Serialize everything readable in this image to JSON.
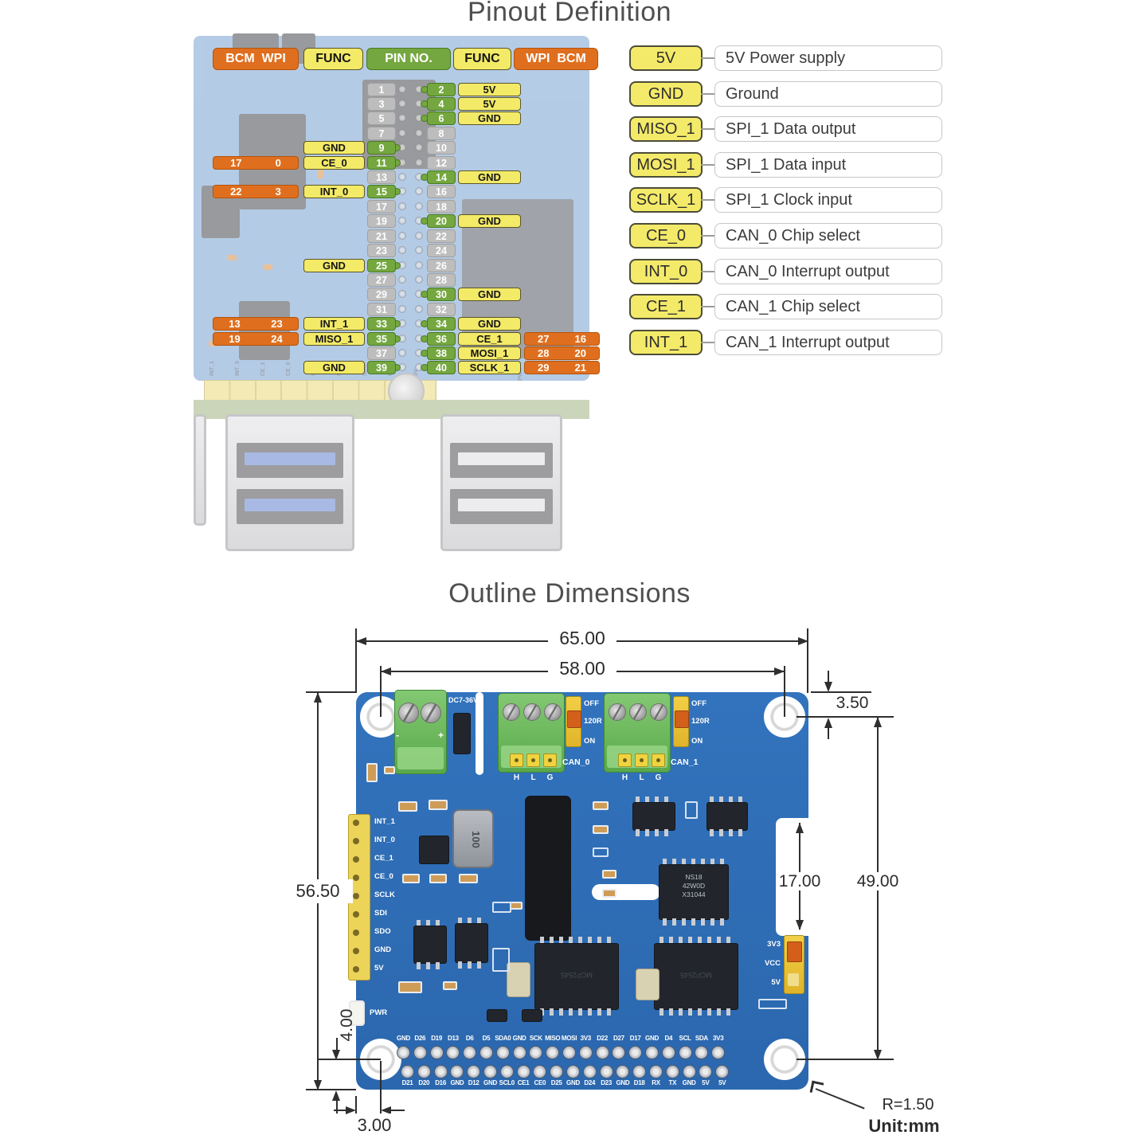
{
  "pinout": {
    "title": "Pinout Definition",
    "header": {
      "bcm_wpi": "BCM  WPI",
      "func_l": "FUNC",
      "pin_no": "PIN NO.",
      "func_r": "FUNC",
      "wpi_bcm": "WPI  BCM"
    },
    "rows": [
      {
        "lp": "1",
        "lc": "gray",
        "rp": "2",
        "rc": "green",
        "rf": "5V"
      },
      {
        "lp": "3",
        "lc": "gray",
        "rp": "4",
        "rc": "green",
        "rf": "5V"
      },
      {
        "lp": "5",
        "lc": "gray",
        "rp": "6",
        "rc": "green",
        "rf": "GND"
      },
      {
        "lp": "7",
        "lc": "gray",
        "rp": "8",
        "rc": "gray"
      },
      {
        "lp": "9",
        "lc": "green",
        "lf": "GND",
        "rp": "10",
        "rc": "gray"
      },
      {
        "lp": "11",
        "lc": "green",
        "lf": "CE_0",
        "lb": "17",
        "lw": "0",
        "rp": "12",
        "rc": "gray"
      },
      {
        "lp": "13",
        "lc": "gray",
        "rp": "14",
        "rc": "green",
        "rf": "GND"
      },
      {
        "lp": "15",
        "lc": "green",
        "lf": "INT_0",
        "lb": "22",
        "lw": "3",
        "rp": "16",
        "rc": "gray"
      },
      {
        "lp": "17",
        "lc": "gray",
        "rp": "18",
        "rc": "gray"
      },
      {
        "lp": "19",
        "lc": "gray",
        "rp": "20",
        "rc": "green",
        "rf": "GND"
      },
      {
        "lp": "21",
        "lc": "gray",
        "rp": "22",
        "rc": "gray"
      },
      {
        "lp": "23",
        "lc": "gray",
        "rp": "24",
        "rc": "gray"
      },
      {
        "lp": "25",
        "lc": "green",
        "lf": "GND",
        "rp": "26",
        "rc": "gray"
      },
      {
        "lp": "27",
        "lc": "gray",
        "rp": "28",
        "rc": "gray"
      },
      {
        "lp": "29",
        "lc": "gray",
        "rp": "30",
        "rc": "green",
        "rf": "GND"
      },
      {
        "lp": "31",
        "lc": "gray",
        "rp": "32",
        "rc": "gray"
      },
      {
        "lp": "33",
        "lc": "green",
        "lf": "INT_1",
        "lb": "13",
        "lw": "23",
        "rp": "34",
        "rc": "green",
        "rf": "GND"
      },
      {
        "lp": "35",
        "lc": "green",
        "lf": "MISO_1",
        "lb": "19",
        "lw": "24",
        "rp": "36",
        "rc": "green",
        "rf": "CE_1",
        "rw": "27",
        "rb": "16"
      },
      {
        "lp": "37",
        "lc": "gray",
        "rp": "38",
        "rc": "green",
        "rf": "MOSI_1",
        "rw": "28",
        "rb": "20"
      },
      {
        "lp": "39",
        "lc": "green",
        "lf": "GND",
        "rp": "40",
        "rc": "green",
        "rf": "SCLK_1",
        "rw": "29",
        "rb": "21"
      }
    ],
    "legend": [
      {
        "label": "5V",
        "desc": "5V Power supply"
      },
      {
        "label": "GND",
        "desc": "Ground"
      },
      {
        "label": "MISO_1",
        "desc": "SPI_1 Data output"
      },
      {
        "label": "MOSI_1",
        "desc": "SPI_1 Data input"
      },
      {
        "label": "SCLK_1",
        "desc": "SPI_1 Clock input"
      },
      {
        "label": "CE_0",
        "desc": "CAN_0 Chip select"
      },
      {
        "label": "INT_0",
        "desc": "CAN_0 Interrupt output"
      },
      {
        "label": "CE_1",
        "desc": "CAN_1 Chip select"
      },
      {
        "label": "INT_1",
        "desc": "CAN_1 Interrupt output"
      }
    ]
  },
  "outline": {
    "title": "Outline Dimensions",
    "dimensions": {
      "overall_width": "65.00",
      "hole_span_width": "58.00",
      "hole_top_offset": "3.50",
      "overall_height": "56.50",
      "notch_height": "17.00",
      "hole_span_height": "49.00",
      "hole_bottom_offset": "4.00",
      "hole_left_offset": "3.00",
      "corner_radius": "R=1.50",
      "unit": "Unit:mm"
    },
    "board": {
      "power_input_label": "DC7-36V",
      "term_jumper_labels": [
        "OFF",
        "120R",
        "ON"
      ],
      "can0_label": "CAN_0",
      "can1_label": "CAN_1",
      "hlg_labels": [
        "H",
        "L",
        "G"
      ],
      "spi_header_labels": [
        "INT_1",
        "INT_0",
        "CE_1",
        "CE_0",
        "SCLK",
        "SDI",
        "SDO",
        "GND",
        "5V"
      ],
      "pwr_label": "PWR",
      "inductor_label": "100",
      "chip_marking": [
        "NS18",
        "42W0D",
        "X31044"
      ],
      "transceiver_marking": "MCP2545",
      "vcc_jumper_labels": [
        "3V3",
        "VCC",
        "5V"
      ],
      "polarity_plus": "+",
      "polarity_minus": "-",
      "gpio_top_labels": [
        "GND",
        "D26",
        "D19",
        "D13",
        "D6",
        "D5",
        "SDA0",
        "GND",
        "SCK",
        "MISO",
        "MOSI",
        "3V3",
        "D22",
        "D27",
        "D17",
        "GND",
        "D4",
        "SCL",
        "SDA",
        "3V3"
      ],
      "gpio_bottom_labels": [
        "D21",
        "D20",
        "D16",
        "GND",
        "D12",
        "GND",
        "SCL0",
        "CE1",
        "CE0",
        "D25",
        "GND",
        "D24",
        "D23",
        "GND",
        "D18",
        "RX",
        "TX",
        "GND",
        "5V",
        "5V"
      ]
    }
  },
  "colors": {
    "board_blue": "#2e6cb4",
    "label_yellow": "#f3ea68",
    "label_orange": "#df6f1e",
    "label_green": "#74a73f",
    "label_gray": "#bdbdbd",
    "terminal_green": "#6cb75c",
    "jumper_yellow": "#e8c23a"
  }
}
